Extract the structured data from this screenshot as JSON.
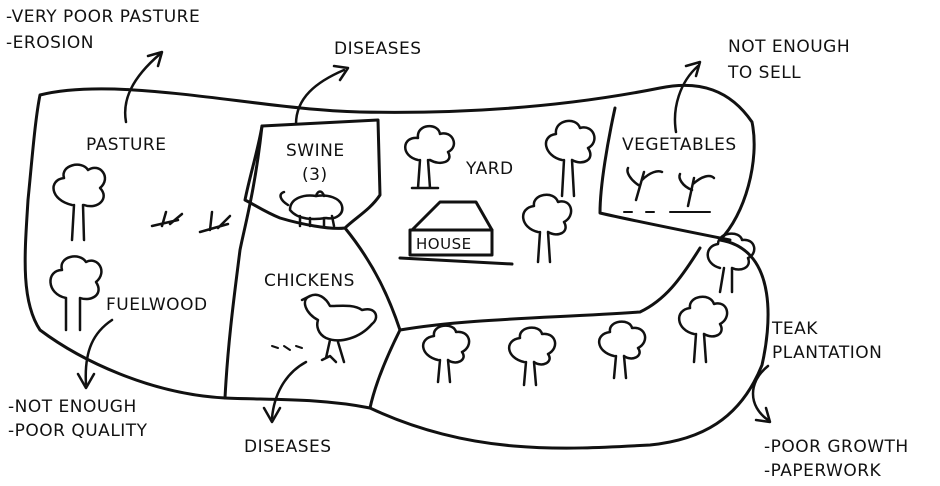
{
  "zones": {
    "pasture": {
      "label": "PASTURE",
      "problems": [
        "-VERY POOR PASTURE",
        "-EROSION"
      ]
    },
    "swine": {
      "label": "SWINE",
      "count": "(3)",
      "problem": "DISEASES"
    },
    "yard": {
      "label": "YARD",
      "house": "HOUSE"
    },
    "vegetables": {
      "label": "VEGETABLES",
      "problem_line1": "NOT ENOUGH",
      "problem_line2": "TO SELL"
    },
    "fuelwood": {
      "label": "FUELWOOD",
      "problems": [
        "-NOT ENOUGH",
        "-POOR QUALITY"
      ]
    },
    "chickens": {
      "label": "CHICKENS",
      "problem": "DISEASES"
    },
    "teak": {
      "label_line1": "TEAK",
      "label_line2": "PLANTATION",
      "problems": [
        "-POOR GROWTH",
        "-PAPERWORK"
      ]
    }
  }
}
